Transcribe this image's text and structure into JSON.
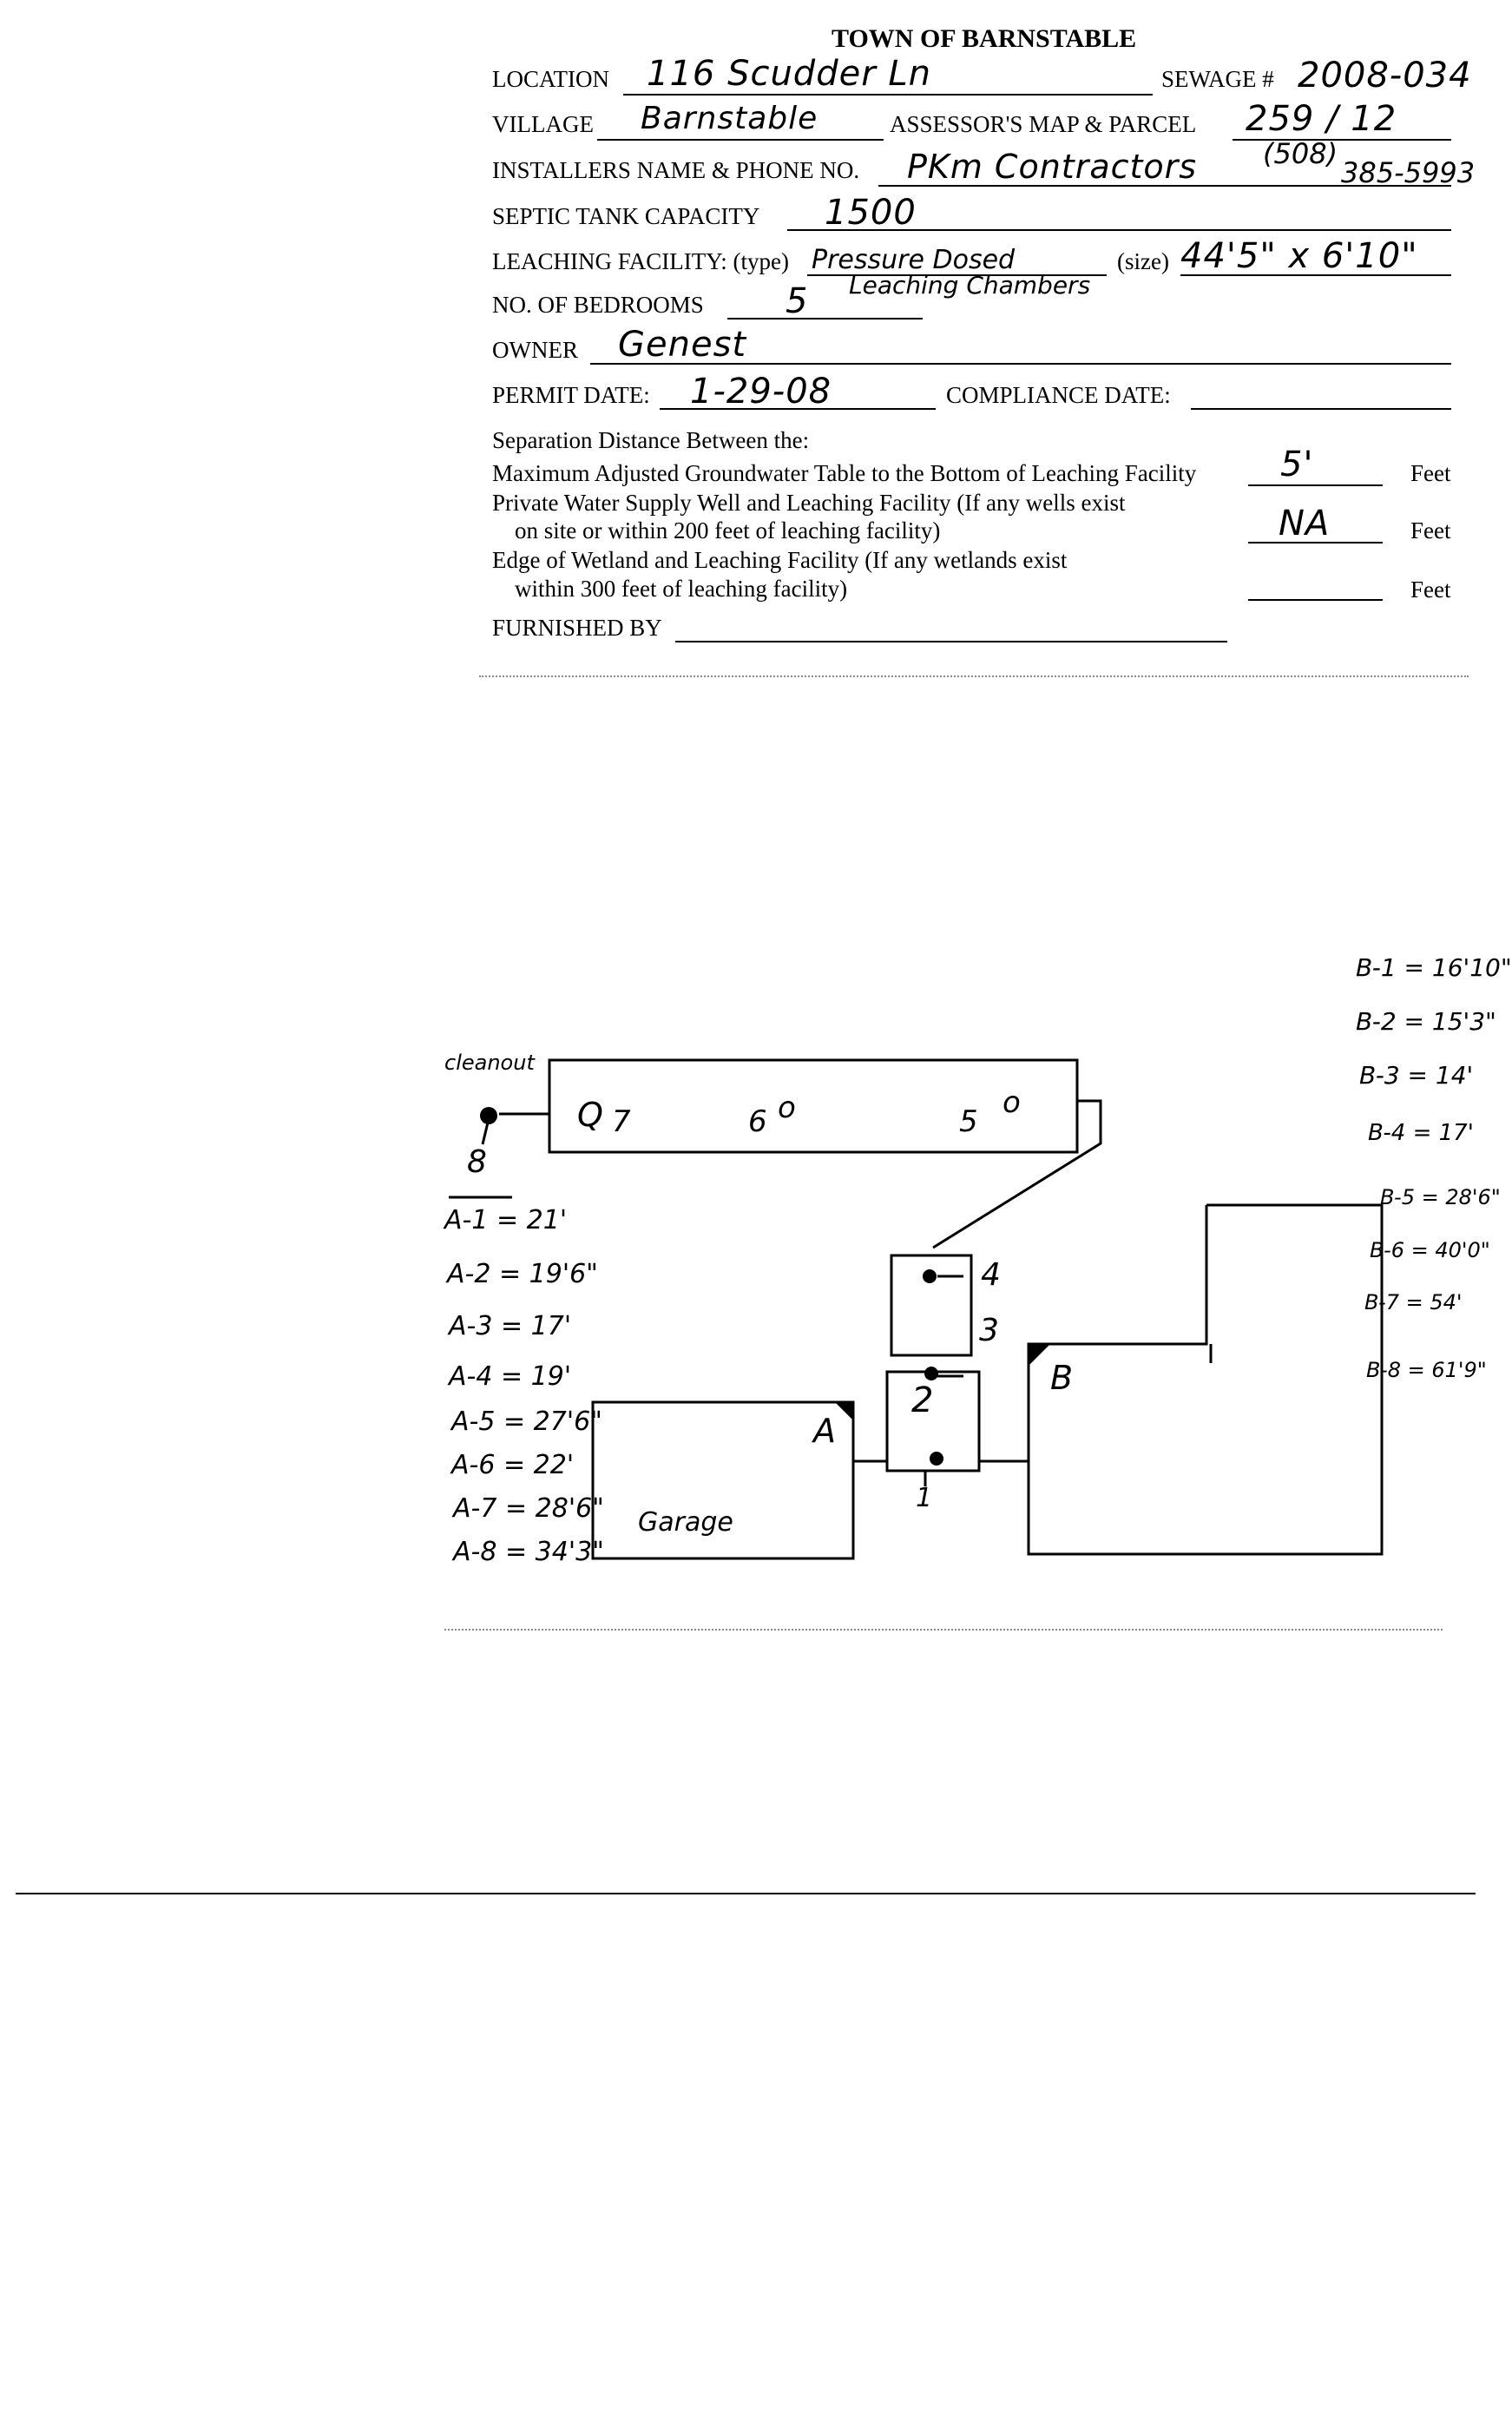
{
  "form": {
    "title": "TOWN OF BARNSTABLE",
    "location_label": "LOCATION",
    "location_value": "116 Scudder Ln",
    "sewage_label": "SEWAGE #",
    "sewage_value": "2008-034",
    "village_label": "VILLAGE",
    "village_value": "Barnstable",
    "assessor_label": "ASSESSOR'S MAP & PARCEL",
    "assessor_value": "259 / 12",
    "installer_label": "INSTALLERS NAME & PHONE NO.",
    "installer_value": "PKm Contractors",
    "installer_phone_area": "(508)",
    "installer_phone": "385-5993",
    "tank_label": "SEPTIC TANK CAPACITY",
    "tank_value": "1500",
    "leaching_label": "LEACHING FACILITY: (type)",
    "leaching_type": "Pressure Dosed",
    "leaching_type_line2": "Leaching Chambers",
    "size_label": "(size)",
    "size_value": "44'5\" x 6'10\"",
    "bedrooms_label": "NO. OF BEDROOMS",
    "bedrooms_value": "5",
    "owner_label": "OWNER",
    "owner_value": "Genest",
    "permit_label": "PERMIT DATE:",
    "permit_value": "1-29-08",
    "compliance_label": "COMPLIANCE DATE:",
    "compliance_value": "",
    "separation_title": "Separation Distance Between the:",
    "sep1_label": "Maximum Adjusted Groundwater Table to the Bottom of Leaching Facility",
    "sep1_value": "5'",
    "sep2_label": "Private Water Supply Well and Leaching Facility (If any wells exist",
    "sep2_label_line2": "on site or within 200 feet of leaching facility)",
    "sep2_value": "NA",
    "sep3_label": "Edge of Wetland and Leaching Facility (If any wetlands exist",
    "sep3_label_line2": "within 300 feet of leaching facility)",
    "sep3_value": "",
    "feet": "Feet",
    "furnished_label": "FURNISHED BY",
    "furnished_value": ""
  },
  "sketch": {
    "cleanout_label": "cleanout",
    "point_8": "8",
    "point_7": "7",
    "point_6": "6",
    "point_5": "5",
    "point_4": "4",
    "point_3": "3",
    "point_2": "2",
    "point_1": "1",
    "ref_a": "A",
    "ref_b": "B",
    "garage": "Garage",
    "a_measures": [
      "A-1 = 21'",
      "A-2 = 19'6\"",
      "A-3 = 17'",
      "A-4 = 19'",
      "A-5 = 27'6\"",
      "A-6 = 22'",
      "A-7 = 28'6\"",
      "A-8 = 34'3\""
    ],
    "b_measures": [
      "B-1 = 16'10\"",
      "B-2 = 15'3\"",
      "B-3 = 14'",
      "B-4 = 17'",
      "B-5 = 28'6\"",
      "B-6 = 40'0\"",
      "B-7 = 54'",
      "B-8 = 61'9\""
    ]
  }
}
